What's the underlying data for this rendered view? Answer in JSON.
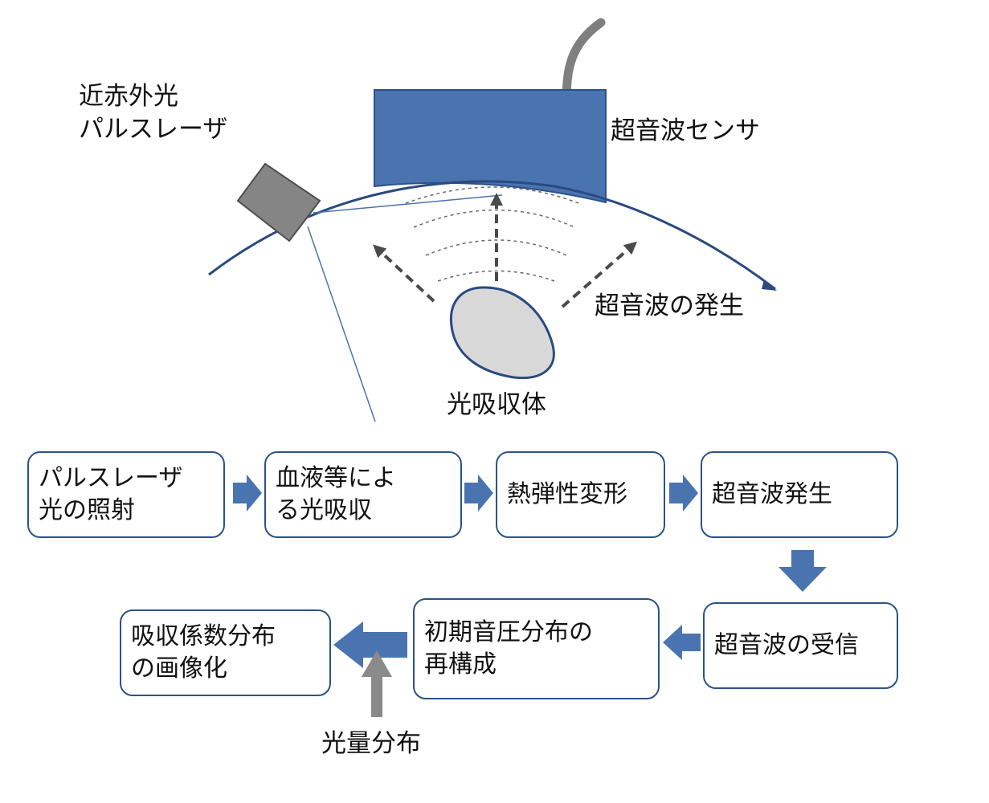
{
  "labels": {
    "laser": "近赤外光\nパルスレーザ",
    "sensor": "超音波センサ",
    "generation": "超音波の発生",
    "absorber": "光吸収体",
    "light_distribution": "光量分布"
  },
  "flow": {
    "step1": "パルスレーザ\n光の照射",
    "step2": "血液等によ\nる光吸収",
    "step3": "熱弾性変形",
    "step4": "超音波発生",
    "step5": "超音波の受信",
    "step6": "初期音圧分布の\n再構成",
    "step7": "吸収係数分布\nの画像化"
  },
  "colors": {
    "sensor_fill": "#4a74b0",
    "box_border": "#2c5287",
    "arrow_fill": "#4a74b0",
    "laser_fill": "#858585",
    "absorber_fill": "#d8d8d8",
    "gray_arrow": "#8a8a8a"
  }
}
